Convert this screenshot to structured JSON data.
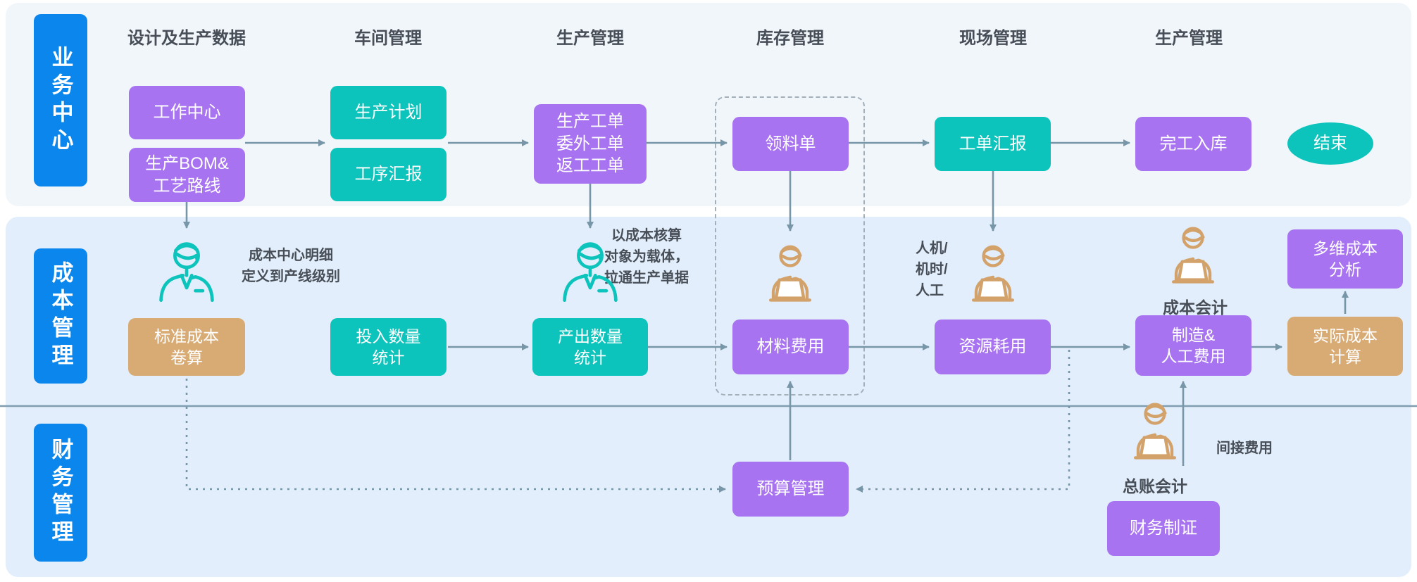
{
  "lanes": {
    "business": "业务中心",
    "cost": "成本管理",
    "finance": "财务管理"
  },
  "headers": {
    "design_data": "设计及生产数据",
    "workshop": "车间管理",
    "production": "生产管理",
    "inventory": "库存管理",
    "site": "现场管理",
    "production2": "生产管理"
  },
  "nodes": {
    "work_center": "工作中心",
    "bom_route": "生产BOM&\n工艺路线",
    "production_plan": "生产计划",
    "process_report": "工序汇报",
    "orders": "生产工单\n委外工单\n返工工单",
    "material_req": "领料单",
    "order_report": "工单汇报",
    "finish_in": "完工入库",
    "end": "结束",
    "std_cost": "标准成本\n卷算",
    "input_qty": "投入数量\n统计",
    "output_qty": "产出数量\n统计",
    "material_cost": "材料费用",
    "resource_use": "资源耗用",
    "mfg_labor": "制造&\n人工费用",
    "actual_cost": "实际成本\n计算",
    "multi_dim": "多维成本\n分析",
    "budget": "预算管理",
    "voucher": "财务制证"
  },
  "annotations": {
    "cost_center": "成本中心明细\n定义到产线级别",
    "cost_object": "以成本核算\n对象为载体，\n拉通生产单据",
    "man_machine": "人机/\n机时/\n人工",
    "indirect": "间接费用",
    "cost_accountant": "成本会计",
    "gl_accountant": "总账会计"
  },
  "colors": {
    "purple": "#a873f1",
    "teal": "#0cc4bb",
    "tan": "#d9ab74",
    "lane_label_blue": "#0b86ec",
    "lane1_bg": "#f1f6fb",
    "lane23_bg": "#e2eefb",
    "connector": "#7796a8",
    "text": "#474e57"
  }
}
